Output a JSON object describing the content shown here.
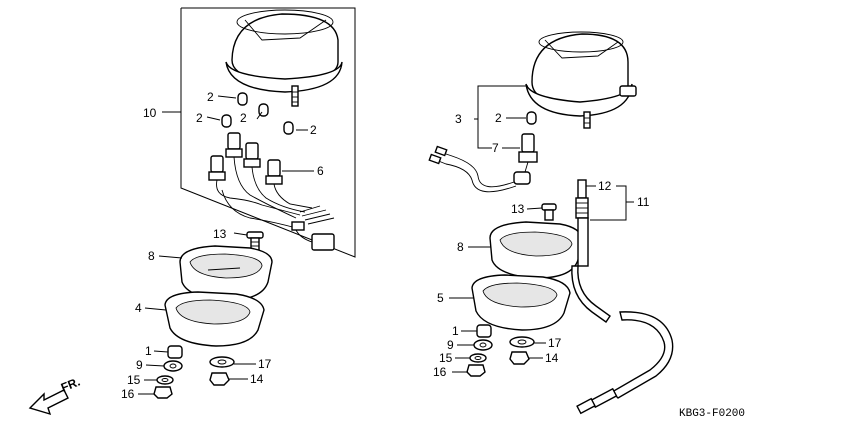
{
  "labels": {
    "l10": "10",
    "l2a": "2",
    "l2b": "2",
    "l2c": "2",
    "l2d": "2",
    "l6": "6",
    "l13a": "13",
    "l8a": "8",
    "l4": "4",
    "l1a": "1",
    "l9a": "9",
    "l15a": "15",
    "l16a": "16",
    "l17a": "17",
    "l14a": "14",
    "l3": "3",
    "l2e": "2",
    "l7": "7",
    "l13b": "13",
    "l12": "12",
    "l11": "11",
    "l8b": "8",
    "l5": "5",
    "l1b": "1",
    "l9b": "9",
    "l15b": "15",
    "l16b": "16",
    "l17b": "17",
    "l14b": "14"
  },
  "front_arrow_label": "FR.",
  "diagram_code": "KBG3-F0200"
}
